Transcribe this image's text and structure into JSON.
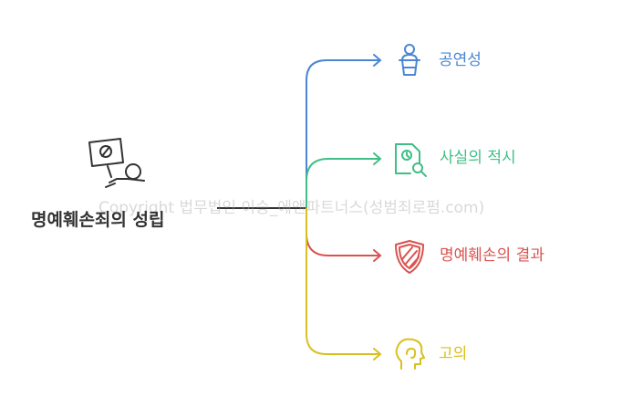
{
  "root": {
    "label": "명예훼손죄의 성립"
  },
  "watermark": "Copyright 법무법인 이승_에앤파트너스(성범죄로펌.com)",
  "branches": [
    {
      "label": "공연성",
      "color": "#4a86d4",
      "icon": "person-at-podium-icon"
    },
    {
      "label": "사실의 적시",
      "color": "#3fbf86",
      "icon": "document-search-icon"
    },
    {
      "label": "명예훼손의 결과",
      "color": "#d9534f",
      "icon": "shield-icon"
    },
    {
      "label": "고의",
      "color": "#d8c020",
      "icon": "head-profile-icon"
    }
  ],
  "colors": {
    "root_text": "#333333",
    "root_line": "#333333"
  }
}
